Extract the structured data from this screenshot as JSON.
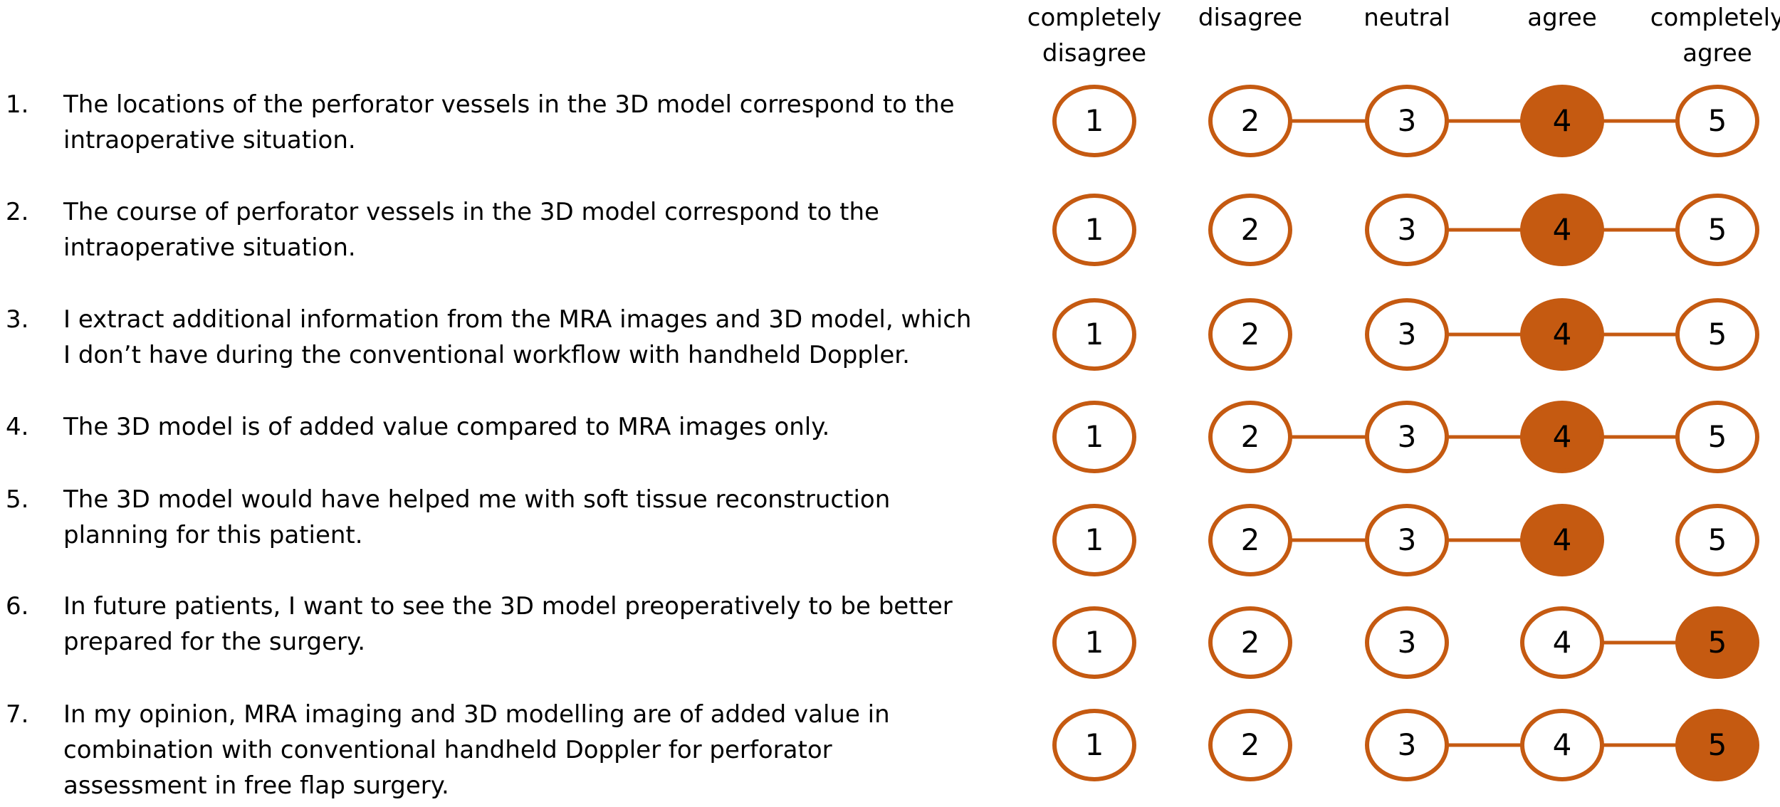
{
  "chart_data": {
    "type": "likert-dot",
    "scale_labels": [
      [
        "completely",
        "disagree"
      ],
      [
        "disagree"
      ],
      [
        "neutral"
      ],
      [
        "agree"
      ],
      [
        "completely",
        "agree"
      ]
    ],
    "scale_values": [
      "1",
      "2",
      "3",
      "4",
      "5"
    ],
    "accent_color": "#C55A11",
    "questions": [
      {
        "number": "1.",
        "lines": [
          "The locations of the perforator vessels in the 3D model correspond to the",
          "intraoperative situation."
        ],
        "range": [
          2,
          5
        ],
        "median": 4
      },
      {
        "number": "2.",
        "lines": [
          "The course of perforator vessels in the 3D model correspond to the",
          "intraoperative situation."
        ],
        "range": [
          3,
          5
        ],
        "median": 4
      },
      {
        "number": "3.",
        "lines": [
          "I extract additional information from the MRA images and 3D model, which",
          "I don’t have during the conventional workflow with handheld Doppler."
        ],
        "range": [
          3,
          5
        ],
        "median": 4
      },
      {
        "number": "4.",
        "lines": [
          "The 3D model is of added value compared to MRA images only."
        ],
        "range": [
          2,
          5
        ],
        "median": 4
      },
      {
        "number": "5.",
        "lines": [
          "The 3D model would have helped me with soft tissue reconstruction",
          "planning for this patient."
        ],
        "range": [
          2,
          4
        ],
        "median": 4
      },
      {
        "number": "6.",
        "lines": [
          "In future patients, I want to see the 3D model preoperatively to be better",
          "prepared for the surgery."
        ],
        "range": [
          4,
          5
        ],
        "median": 5
      },
      {
        "number": "7.",
        "lines": [
          "In my opinion, MRA imaging and 3D modelling are of added value in",
          "combination with conventional handheld Doppler for perforator",
          "assessment in free flap surgery."
        ],
        "range": [
          3,
          5
        ],
        "median": 5
      }
    ]
  }
}
